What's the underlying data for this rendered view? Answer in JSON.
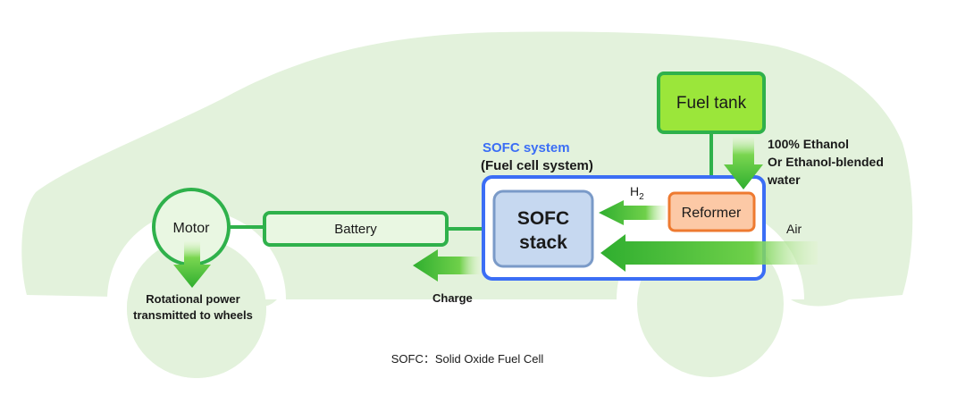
{
  "diagram": {
    "components": {
      "fuel_tank": "Fuel tank",
      "reformer": "Reformer",
      "sofc_stack_line1": "SOFC",
      "sofc_stack_line2": "stack",
      "battery": "Battery",
      "motor": "Motor"
    },
    "system": {
      "title": "SOFC system",
      "subtitle": "(Fuel cell system)"
    },
    "flows": {
      "fuel_line1": "100% Ethanol",
      "fuel_line2": "Or Ethanol-blended",
      "fuel_line3": "water",
      "hydrogen_base": "H",
      "hydrogen_subscript": "2",
      "air": "Air",
      "charge": "Charge",
      "wheels_line1": "Rotational power",
      "wheels_line2": "transmitted to wheels"
    },
    "footnote": "SOFC：Solid Oxide Fuel Cell"
  },
  "colors": {
    "car_body": "#e3f2dc",
    "wheel_well": "#ffffff",
    "line_green": "#2fb14b",
    "box_green_fill": "#e9f7e2",
    "fuel_tank_fill": "#9be63a",
    "reformer_fill": "#fcc9a6",
    "reformer_border": "#ee7a30",
    "stack_fill": "#c6d8f0",
    "stack_border": "#7a9ac8",
    "system_border": "#3b6ef5",
    "system_title": "#3b6ef5",
    "arrow_green": "#34b434"
  }
}
